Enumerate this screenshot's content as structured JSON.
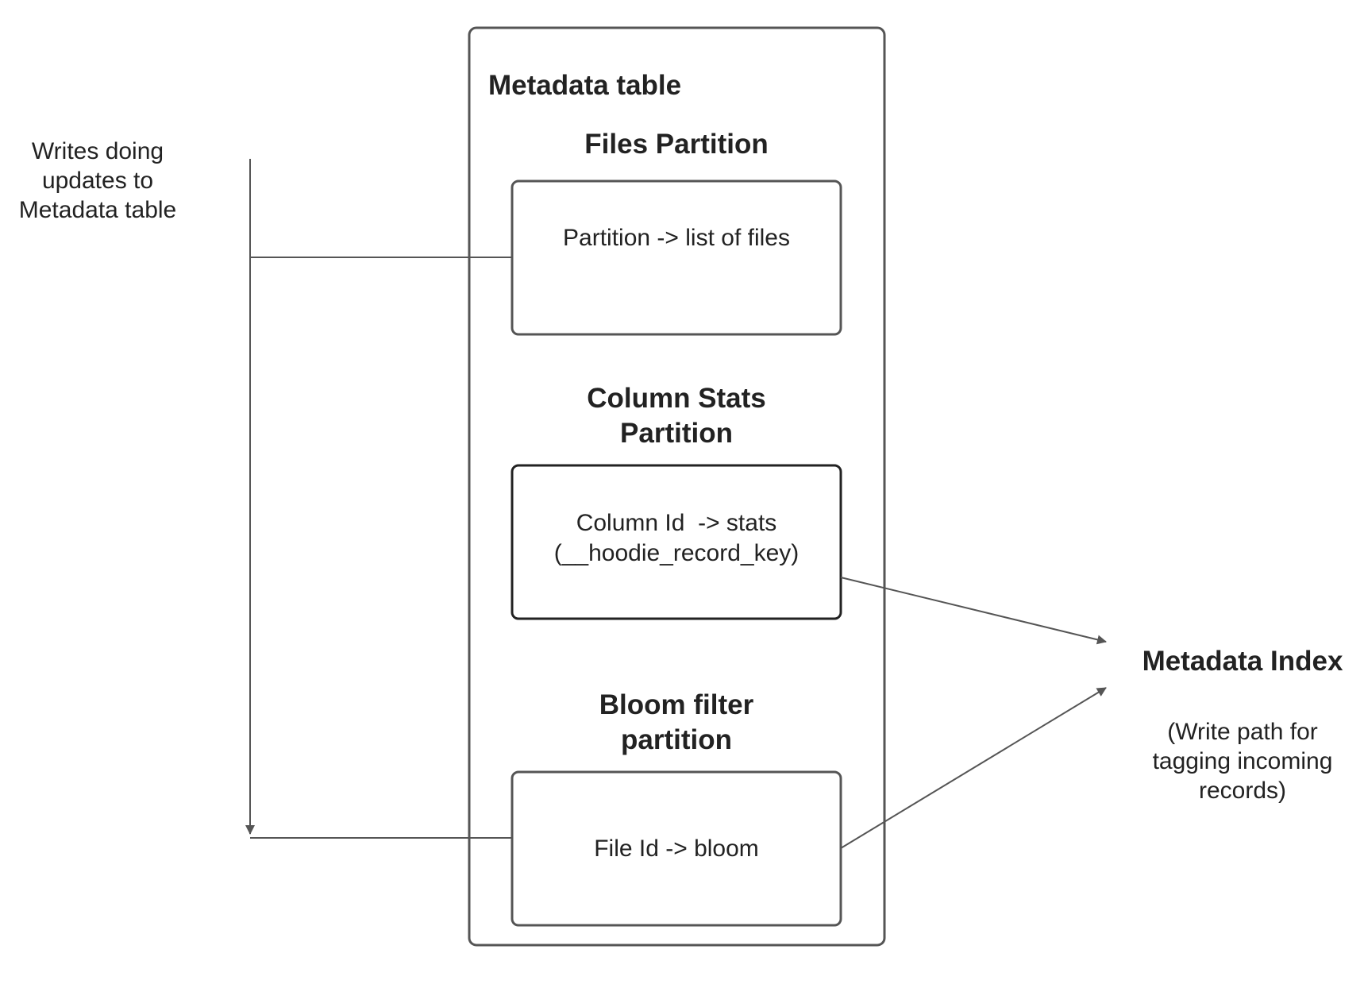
{
  "diagram": {
    "colors": {
      "stroke": "#555555",
      "text": "#222222",
      "background": "#ffffff"
    },
    "container": {
      "title": "Metadata table"
    },
    "partitions": [
      {
        "heading": "Files Partition",
        "content": [
          "Partition -> list of files"
        ]
      },
      {
        "heading": "Column Stats Partition",
        "heading_lines": [
          "Column Stats",
          "Partition"
        ],
        "content": [
          "Column Id  -> stats",
          "(__hoodie_record_key)"
        ]
      },
      {
        "heading": "Bloom filter partition",
        "heading_lines": [
          "Bloom filter",
          "partition"
        ],
        "content": [
          "File Id -> bloom"
        ]
      }
    ],
    "writes_label": [
      "Writes doing",
      "updates to",
      "Metadata table"
    ],
    "index": {
      "title": "Metadata Index",
      "subtitle": [
        "(Write path for",
        "tagging incoming",
        "records)"
      ]
    }
  }
}
